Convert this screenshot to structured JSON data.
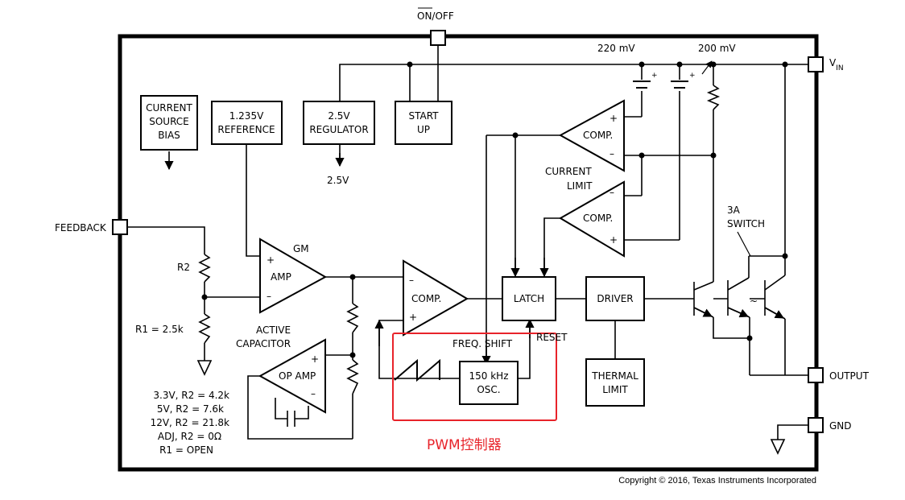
{
  "pins": {
    "on_off": "ON/OFF",
    "vin_main": "V",
    "vin_sub": "IN",
    "feedback": "FEEDBACK",
    "output": "OUTPUT",
    "gnd": "GND"
  },
  "blocks": {
    "current_source_bias": [
      "CURRENT",
      "SOURCE",
      "BIAS"
    ],
    "reference": [
      "1.235V",
      "REFERENCE"
    ],
    "regulator": [
      "2.5V",
      "REGULATOR"
    ],
    "start_up": [
      "START",
      "UP"
    ],
    "latch": "LATCH",
    "driver": "DRIVER",
    "thermal_limit": [
      "THERMAL",
      "LIMIT"
    ],
    "oscillator": [
      "150 kHz",
      "OSC."
    ]
  },
  "amplifiers": {
    "gm_amp": "AMP",
    "gm_label": "GM",
    "active_capacitor": [
      "ACTIVE",
      "CAPACITOR"
    ],
    "op_amp": "OP AMP",
    "pwm_comp": "COMP.",
    "comp_top": "COMP.",
    "comp_mid": "COMP.",
    "current_limit": [
      "CURRENT",
      "LIMIT"
    ]
  },
  "labels": {
    "regulator_out": "2.5V",
    "ref_220": "220 mV",
    "ref_200": "200 mV",
    "r2": "R2",
    "r1": "R1 = 2.5k",
    "freq_shift": "FREQ.  SHIFT",
    "reset": "RESET",
    "switch": [
      "3A",
      "SWITCH"
    ],
    "tilde": "~"
  },
  "resistor_table": [
    "3.3V, R2 = 4.2k",
    "5V, R2 = 7.6k",
    "12V, R2 = 21.8k",
    "ADJ, R2 = 0Ω",
    "R1 = OPEN"
  ],
  "annotation": {
    "pwm_controller": "PWM控制器",
    "color": "#e8232a"
  },
  "copyright": "Copyright © 2016, Texas Instruments Incorporated"
}
